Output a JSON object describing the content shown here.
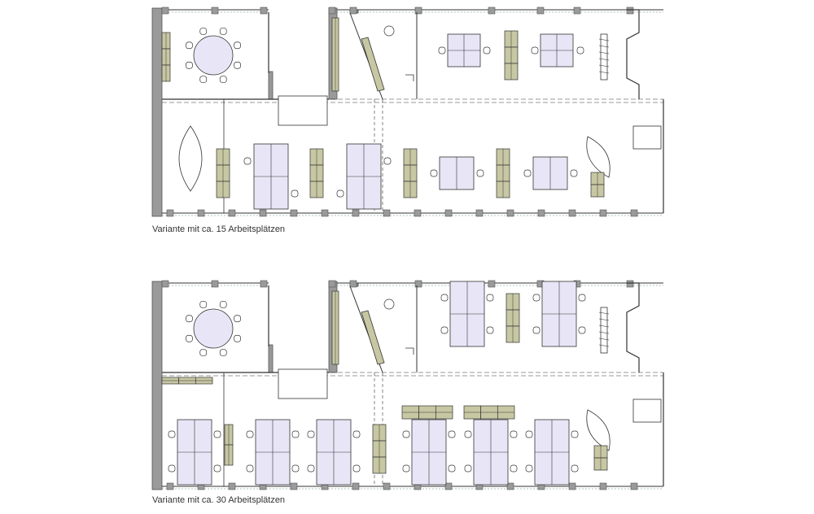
{
  "plans": [
    {
      "caption": "Variante mit ca. 15 Arbeitsplätzen",
      "variant": "a"
    },
    {
      "caption": "Variante mit ca. 30 Arbeitsplätzen",
      "variant": "b"
    }
  ],
  "colors": {
    "background": "#ffffff",
    "wall": "#9a9a9a",
    "wall_outline": "#555555",
    "desk_fill": "#e8e6f6",
    "cabinet_fill": "#c7c7a3",
    "window_trim": "#5e8c7c",
    "line": "#333333"
  }
}
